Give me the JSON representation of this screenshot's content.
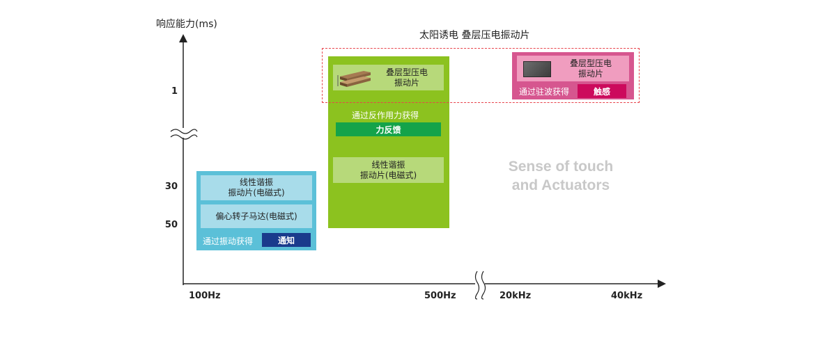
{
  "axis": {
    "y_title": "响应能力(ms)",
    "y_ticks": [
      "1",
      "30",
      "50"
    ],
    "x_ticks": [
      "100Hz",
      "500Hz",
      "20kHz",
      "40kHz"
    ]
  },
  "top_title": "太阳诱电  叠层压电振动片",
  "watermark": "Sense of touch\nand Actuators",
  "blue_panel": {
    "item1": "线性谐振\n振动片(电磁式)",
    "item2": "偏心转子马达(电磁式)",
    "caption": "通过振动获得",
    "badge": "通知"
  },
  "green_panel": {
    "item1": "叠层型压电\n振动片",
    "caption": "通过反作用力获得",
    "badge": "力反馈",
    "item2": "线性谐振\n振动片(电磁式)"
  },
  "pink_panel": {
    "item1": "叠层型压电\n振动片",
    "caption": "通过驻波获得",
    "badge": "触感"
  },
  "colors": {
    "blue": "#5bc0d8",
    "blue_inner": "#a8dcea",
    "blue_badge": "#1a3b8c",
    "green": "#8cc21f",
    "green_inner": "#b7d97a",
    "green_badge": "#14a34a",
    "pink": "#d6568f",
    "pink_inner": "#f09dbf",
    "pink_badge": "#cc0a5c",
    "highlight": "#e8424a"
  }
}
